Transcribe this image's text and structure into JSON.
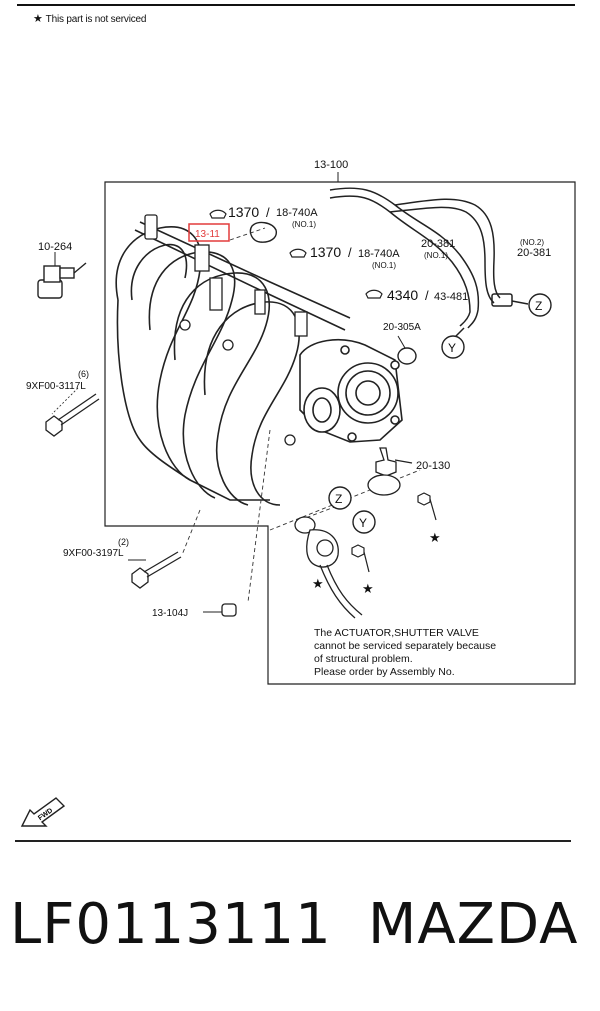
{
  "header": {
    "note_symbol": "★",
    "note_text": "This part is not serviced"
  },
  "diagram": {
    "callouts": {
      "assembly": "13-100",
      "highlighted_part": "13-11",
      "hose_clamp_code_1": "1370",
      "hose_clamp_ref_1": "18-740A",
      "hose_clamp_no_1": "(NO.1)",
      "hose_clamp_code_2": "1370",
      "hose_clamp_ref_2": "18-740A",
      "hose_clamp_no_2": "(NO.1)",
      "hose_20_381_no1": "20-381",
      "hose_20_381_no1_sub": "(NO.1)",
      "hose_20_381_no2_sub": "(NO.2)",
      "hose_20_381_no2": "20-381",
      "clamp_code_3": "4340",
      "clamp_ref_3": "43-481",
      "sensor": "10-264",
      "bolt_1_qty": "(6)",
      "bolt_1": "9XF00-3117L",
      "bolt_2_qty": "(2)",
      "bolt_2": "9XF00-3197L",
      "cap": "13-104J",
      "gasket_tb": "20-305A",
      "valve": "20-130",
      "connector_z": "Z",
      "connector_y": "Y"
    },
    "actuator_note": [
      "The ACTUATOR,SHUTTER VALVE",
      "cannot be serviced separately because",
      "of structural problem.",
      "Please order by Assembly No."
    ],
    "fwd_label": "FWD",
    "highlight_color": "#e23b3b"
  },
  "footer": {
    "part_number": "LF0113111",
    "brand": "MAZDA"
  }
}
